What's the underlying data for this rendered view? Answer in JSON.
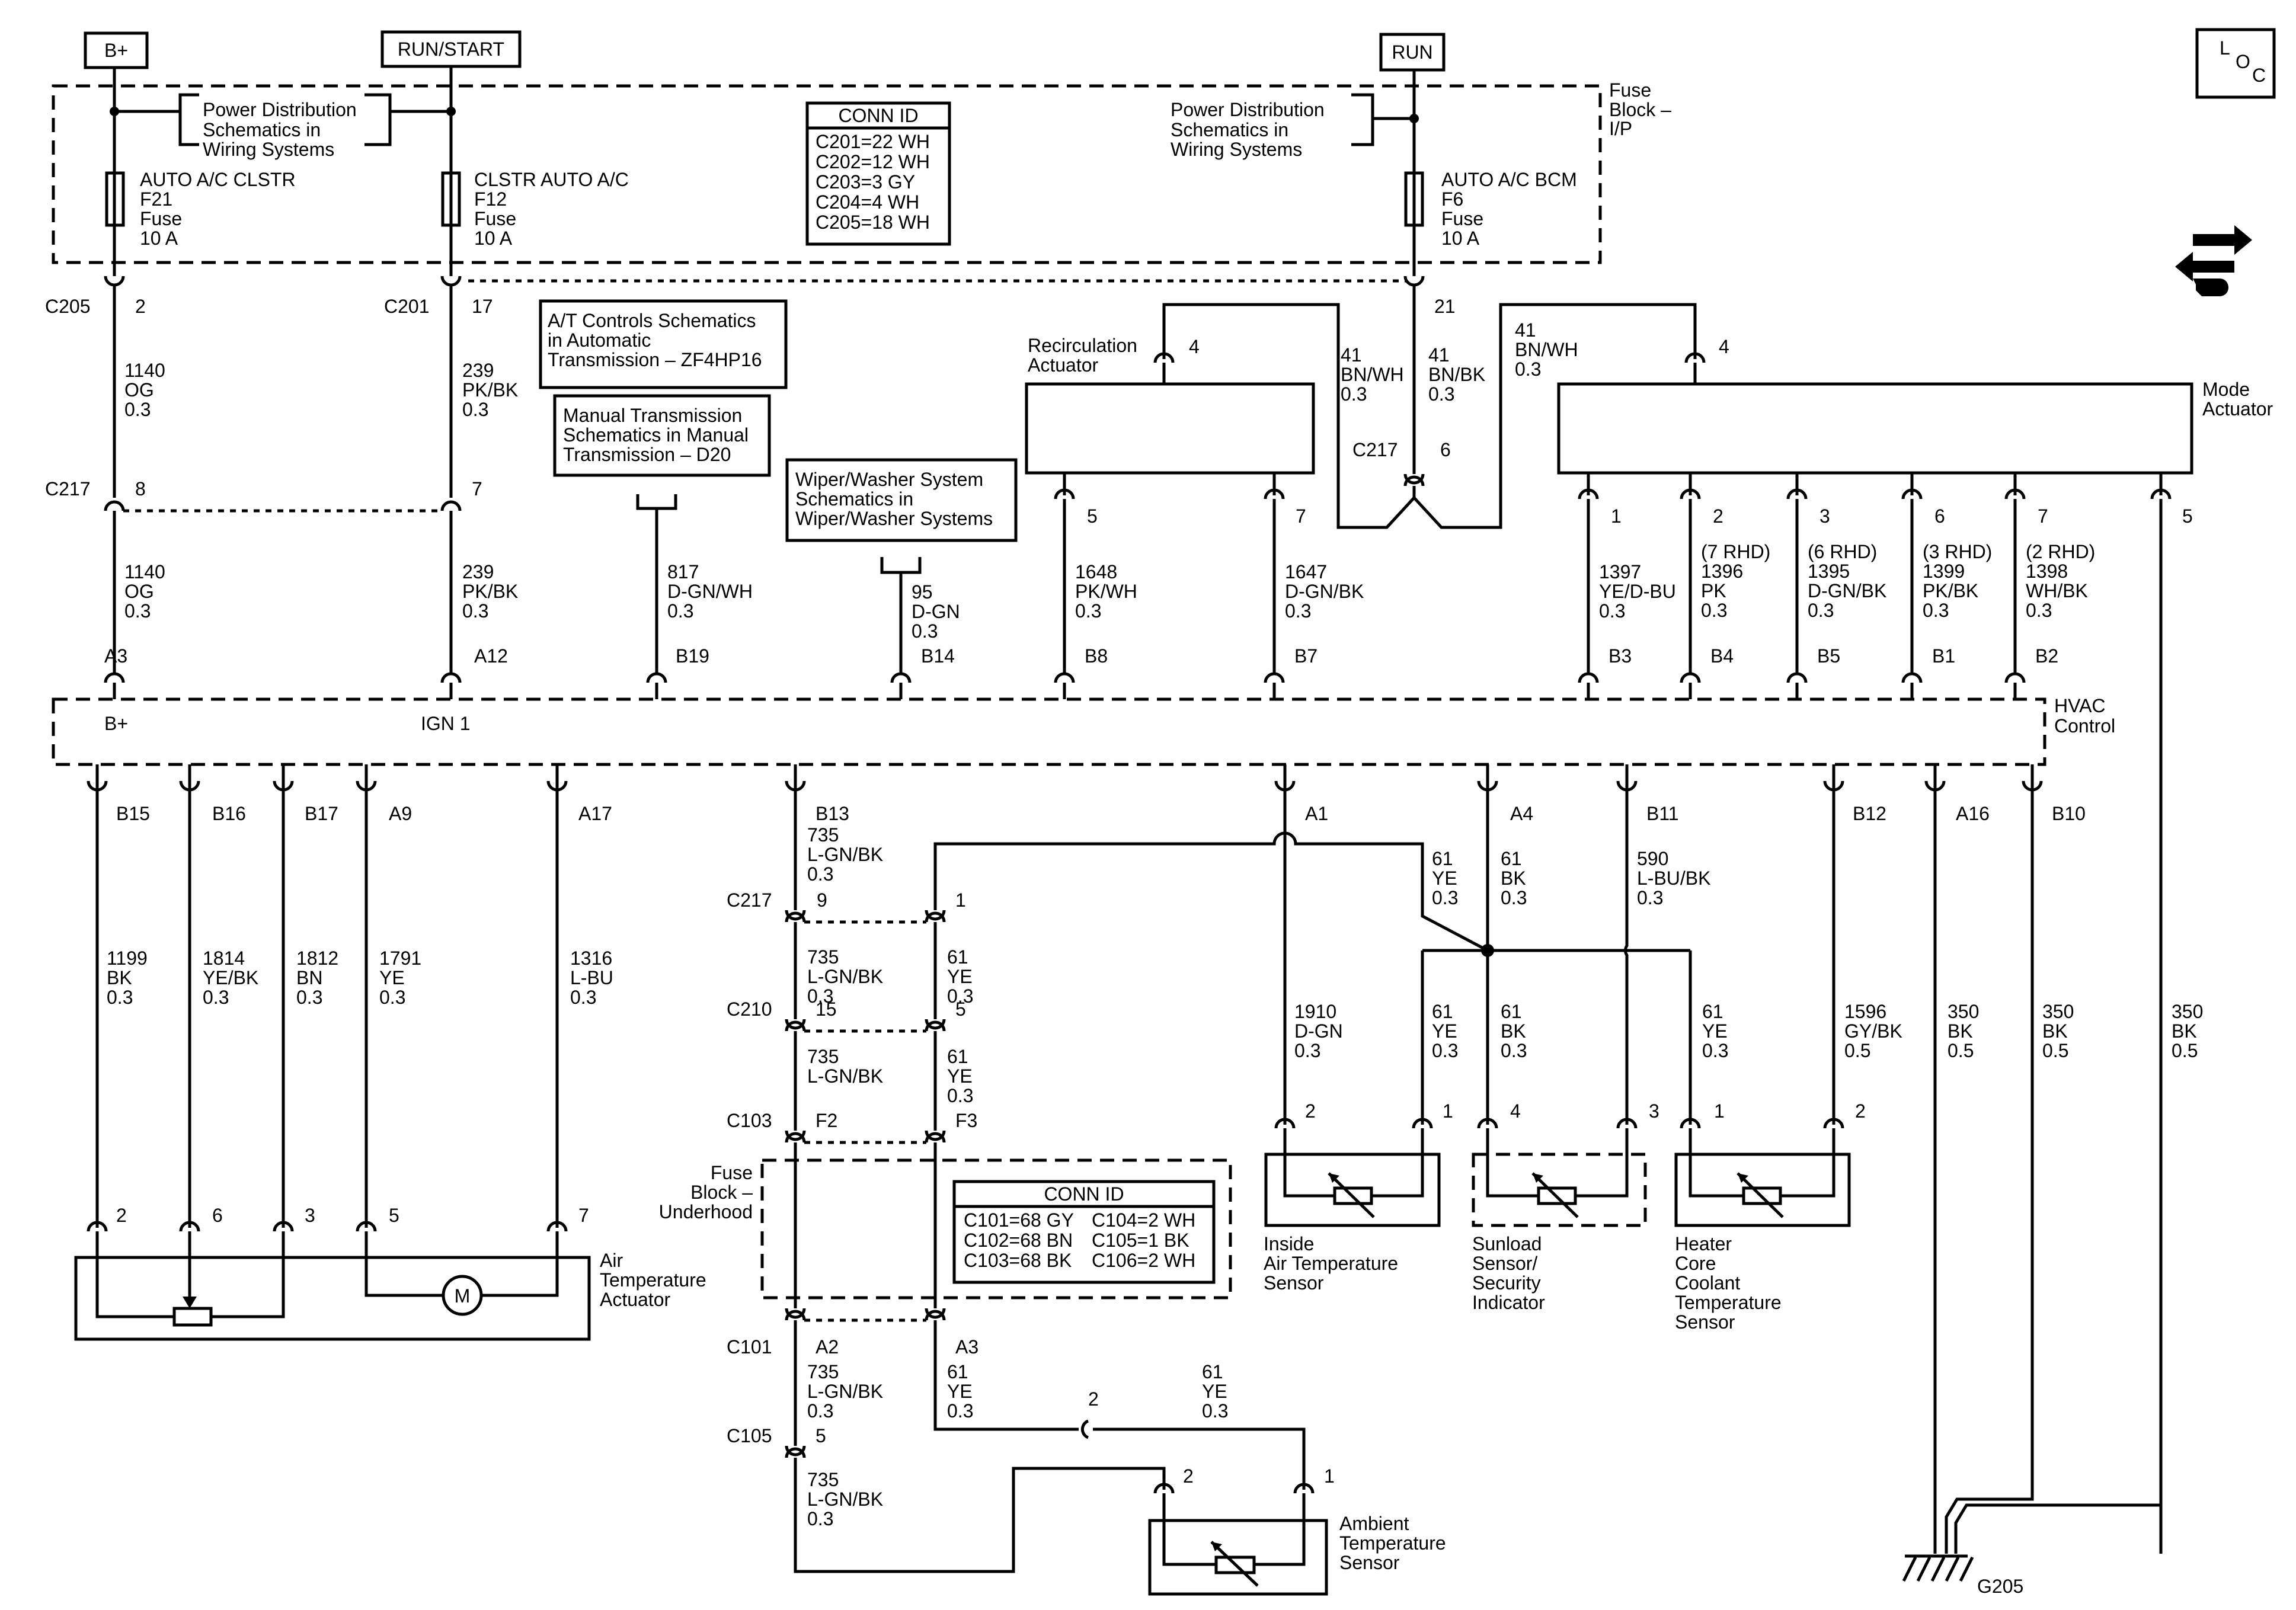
{
  "sources": {
    "bplus": "B+",
    "runstart": "RUN/START",
    "run": "RUN"
  },
  "corner_icon": {
    "loc_l": "L",
    "loc_o": "O",
    "loc_c": "C",
    "icon": "service-wrench-icon"
  },
  "fuse_block_ip": {
    "label_l1": "Fuse",
    "label_l2": "Block –",
    "label_l3": "I/P"
  },
  "power_dist_left": {
    "l1": "Power Distribution",
    "l2": "Schematics in",
    "l3": "Wiring Systems"
  },
  "power_dist_right": {
    "l1": "Power Distribution",
    "l2": "Schematics in",
    "l3": "Wiring Systems"
  },
  "fuses": [
    {
      "l1": "AUTO A/C CLSTR",
      "l2": "F21",
      "l3": "Fuse",
      "l4": "10 A"
    },
    {
      "l1": "CLSTR AUTO A/C",
      "l2": "F12",
      "l3": "Fuse",
      "l4": "10 A"
    },
    {
      "l1": "AUTO A/C BCM",
      "l2": "F6",
      "l3": "Fuse",
      "l4": "10 A"
    }
  ],
  "conn_id_top": {
    "title": "CONN ID",
    "rows": [
      "C201=22 WH",
      "C202=12 WH",
      "C203=3 GY",
      "C204=4 WH",
      "C205=18 WH"
    ]
  },
  "conn_id_bottom": {
    "title": "CONN ID",
    "col1": [
      "C101=68 GY",
      "C102=68 BN",
      "C103=68 BK"
    ],
    "col2": [
      "C104=2 WH",
      "C105=1 BK",
      "C106=2 WH"
    ]
  },
  "refs": {
    "at": {
      "l1": "A/T Controls Schematics",
      "l2": "in Automatic",
      "l3": "Transmission – ZF4HP16"
    },
    "mt": {
      "l1": "Manual Transmission",
      "l2": "Schematics in Manual",
      "l3": "Transmission – D20"
    },
    "wiper": {
      "l1": "Wiper/Washer System",
      "l2": "Schematics in",
      "l3": "Wiper/Washer Systems"
    }
  },
  "connectors": {
    "c205": "C205",
    "c201": "C201",
    "c217a": "C217",
    "c217b": "C217",
    "c217c": "C217",
    "c210": "C210",
    "c103": "C103",
    "c101": "C101",
    "c105": "C105"
  },
  "pins": {
    "c205_2": "2",
    "c201_17": "17",
    "f6_21": "21",
    "c217_8": "8",
    "c217_7": "7",
    "c217_6": "6",
    "a3": "A3",
    "a12": "A12",
    "b19": "B19",
    "b14": "B14",
    "b8": "B8",
    "b7": "B7",
    "b3": "B3",
    "b4": "B4",
    "b5": "B5",
    "b1": "B1",
    "b2": "B2",
    "recirc_4": "4",
    "recirc_5": "5",
    "recirc_7": "7",
    "mode_4": "4",
    "mode_1": "1",
    "mode_2": "2",
    "mode_3": "3",
    "mode_6": "6",
    "mode_7": "7",
    "mode_5": "5",
    "b15": "B15",
    "b16": "B16",
    "b17": "B17",
    "a9": "A9",
    "a17": "A17",
    "b13": "B13",
    "a1": "A1",
    "a4": "A4",
    "b11": "B11",
    "b12": "B12",
    "a16": "A16",
    "b10": "B10",
    "c217_9": "9",
    "c217_1": "1",
    "c210_15": "15",
    "c210_5": "5",
    "c103_f2": "F2",
    "c103_f3": "F3",
    "c101_a2": "A2",
    "c101_a3": "A3",
    "c105_5": "5",
    "c106_2": "2",
    "amb_2": "2",
    "amb_1": "1",
    "air_2": "2",
    "air_6": "6",
    "air_3": "3",
    "air_5": "5",
    "air_7": "7",
    "inside_2": "2",
    "inside_1": "1",
    "sun_4": "4",
    "sun_3": "3",
    "heater_1": "1",
    "heater_2": "2"
  },
  "wires": {
    "w1140a": [
      "1140",
      "OG",
      "0.3"
    ],
    "w239a": [
      "239",
      "PK/BK",
      "0.3"
    ],
    "w1140b": [
      "1140",
      "OG",
      "0.3"
    ],
    "w239b": [
      "239",
      "PK/BK",
      "0.3"
    ],
    "w41a": [
      "41",
      "BN/WH",
      "0.3"
    ],
    "w41b": [
      "41",
      "BN/BK",
      "0.3"
    ],
    "w41c": [
      "41",
      "BN/WH",
      "0.3"
    ],
    "w817": [
      "817",
      "D-GN/WH",
      "0.3"
    ],
    "w95": [
      "95",
      "D-GN",
      "0.3"
    ],
    "w1648": [
      "1648",
      "PK/WH",
      "0.3"
    ],
    "w1647": [
      "1647",
      "D-GN/BK",
      "0.3"
    ],
    "w1397": [
      "1397",
      "YE/D-BU",
      "0.3"
    ],
    "w1396": [
      "(7 RHD)",
      "1396",
      "PK",
      "0.3"
    ],
    "w1395": [
      "(6 RHD)",
      "1395",
      "D-GN/BK",
      "0.3"
    ],
    "w1399": [
      "(3 RHD)",
      "1399",
      "PK/BK",
      "0.3"
    ],
    "w1398": [
      "(2 RHD)",
      "1398",
      "WH/BK",
      "0.3"
    ],
    "w1199": [
      "1199",
      "BK",
      "0.3"
    ],
    "w1814": [
      "1814",
      "YE/BK",
      "0.3"
    ],
    "w1812": [
      "1812",
      "BN",
      "0.3"
    ],
    "w1791": [
      "1791",
      "YE",
      "0.3"
    ],
    "w1316": [
      "1316",
      "L-BU",
      "0.3"
    ],
    "w735a": [
      "735",
      "L-GN/BK",
      "0.3"
    ],
    "w735b": [
      "735",
      "L-GN/BK",
      "0.3"
    ],
    "w735c": [
      "735",
      "L-GN/BK"
    ],
    "w735d": [
      "735",
      "L-GN/BK",
      "0.3"
    ],
    "w735e": [
      "735",
      "L-GN/BK",
      "0.3"
    ],
    "w61a": [
      "61",
      "YE",
      "0.3"
    ],
    "w61b": [
      "61",
      "YE",
      "0.3"
    ],
    "w61c": [
      "61",
      "YE",
      "0.3"
    ],
    "w61d": [
      "61",
      "YE",
      "0.3"
    ],
    "w61e": [
      "61",
      "YE",
      "0.3"
    ],
    "w61f": [
      "61",
      "YE",
      "0.3"
    ],
    "w61g": [
      "61",
      "BK",
      "0.3"
    ],
    "w61h": [
      "61",
      "YE",
      "0.3"
    ],
    "w61k": [
      "61",
      "BK",
      "0.3"
    ],
    "w590": [
      "590",
      "L-BU/BK",
      "0.3"
    ],
    "w1910": [
      "1910",
      "D-GN",
      "0.3"
    ],
    "w1596": [
      "1596",
      "GY/BK",
      "0.5"
    ],
    "w350a": [
      "350",
      "BK",
      "0.5"
    ],
    "w350b": [
      "350",
      "BK",
      "0.5"
    ],
    "w350c": [
      "350",
      "BK",
      "0.5"
    ]
  },
  "components": {
    "recirc": {
      "l1": "Recirculation",
      "l2": "Actuator"
    },
    "mode": {
      "l1": "Mode",
      "l2": "Actuator"
    },
    "hvac": {
      "l1": "HVAC",
      "l2": "Control",
      "bplus": "B+",
      "ign": "IGN 1"
    },
    "air_temp": {
      "l1": "Air",
      "l2": "Temperature",
      "l3": "Actuator",
      "motor": "M"
    },
    "fuse_uh": {
      "l1": "Fuse",
      "l2": "Block –",
      "l3": "Underhood"
    },
    "inside": {
      "l1": "Inside",
      "l2": "Air Temperature",
      "l3": "Sensor"
    },
    "sunload": {
      "l1": "Sunload",
      "l2": "Sensor/",
      "l3": "Security",
      "l4": "Indicator"
    },
    "heater": {
      "l1": "Heater",
      "l2": "Core",
      "l3": "Coolant",
      "l4": "Temperature",
      "l5": "Sensor"
    },
    "ambient": {
      "l1": "Ambient",
      "l2": "Temperature",
      "l3": "Sensor"
    },
    "ground": "G205"
  }
}
